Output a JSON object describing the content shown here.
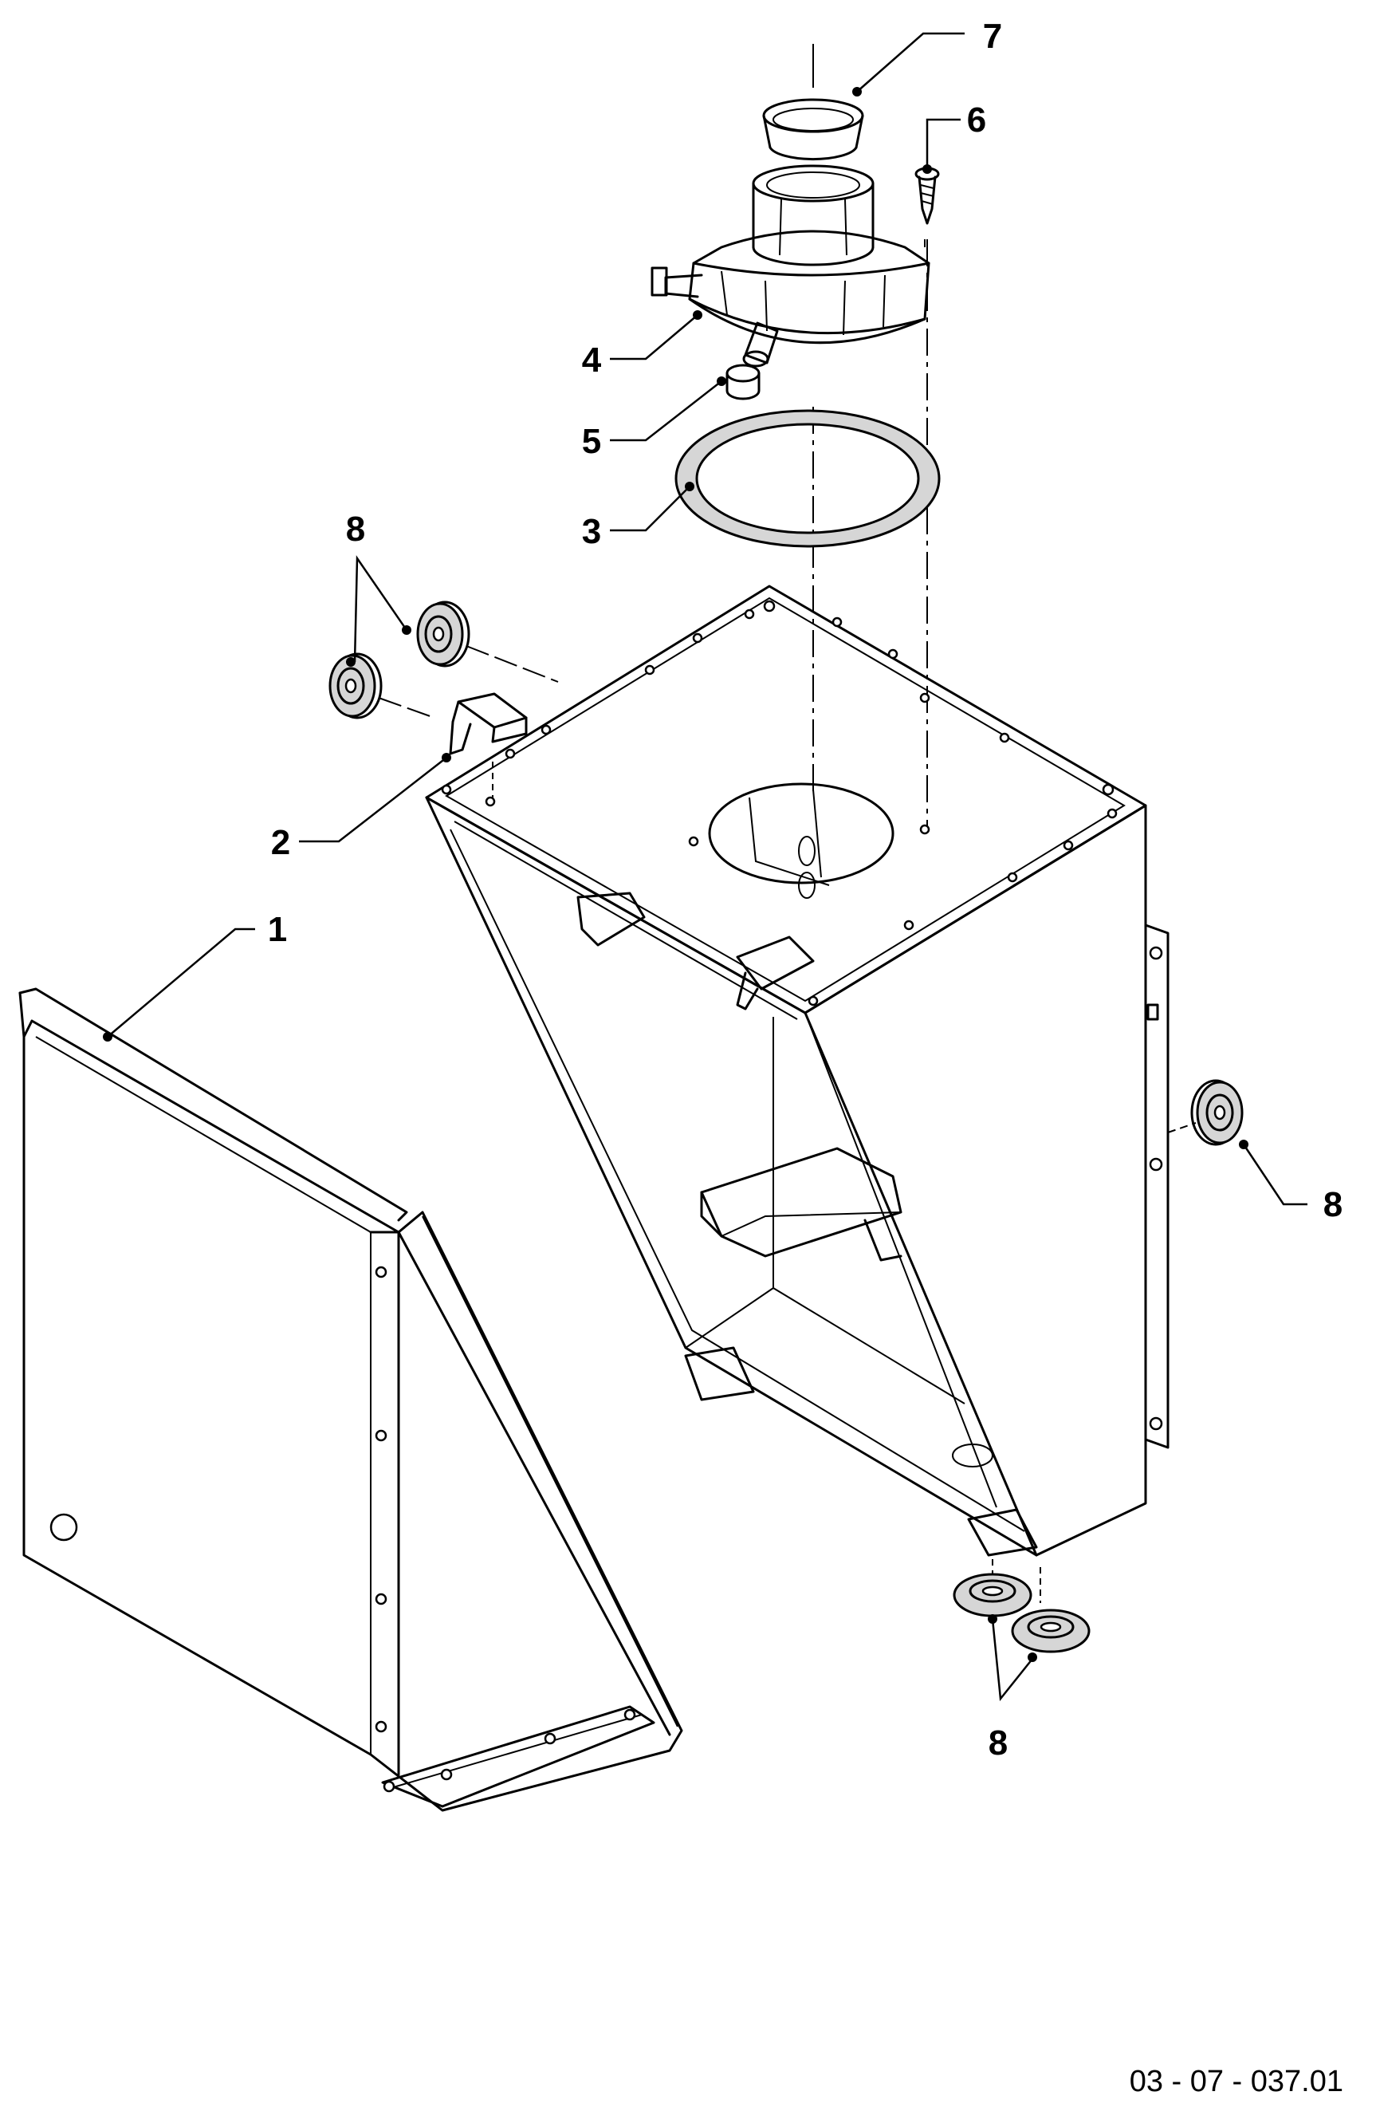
{
  "drawing": {
    "callouts": [
      {
        "id": "c1",
        "label": "1"
      },
      {
        "id": "c2",
        "label": "2"
      },
      {
        "id": "c3",
        "label": "3"
      },
      {
        "id": "c4",
        "label": "4"
      },
      {
        "id": "c5",
        "label": "5"
      },
      {
        "id": "c6",
        "label": "6"
      },
      {
        "id": "c7",
        "label": "7"
      },
      {
        "id": "c8a",
        "label": "8"
      },
      {
        "id": "c8b",
        "label": "8"
      },
      {
        "id": "c8c",
        "label": "8"
      }
    ],
    "reference": "03 - 07 - 037.01"
  }
}
